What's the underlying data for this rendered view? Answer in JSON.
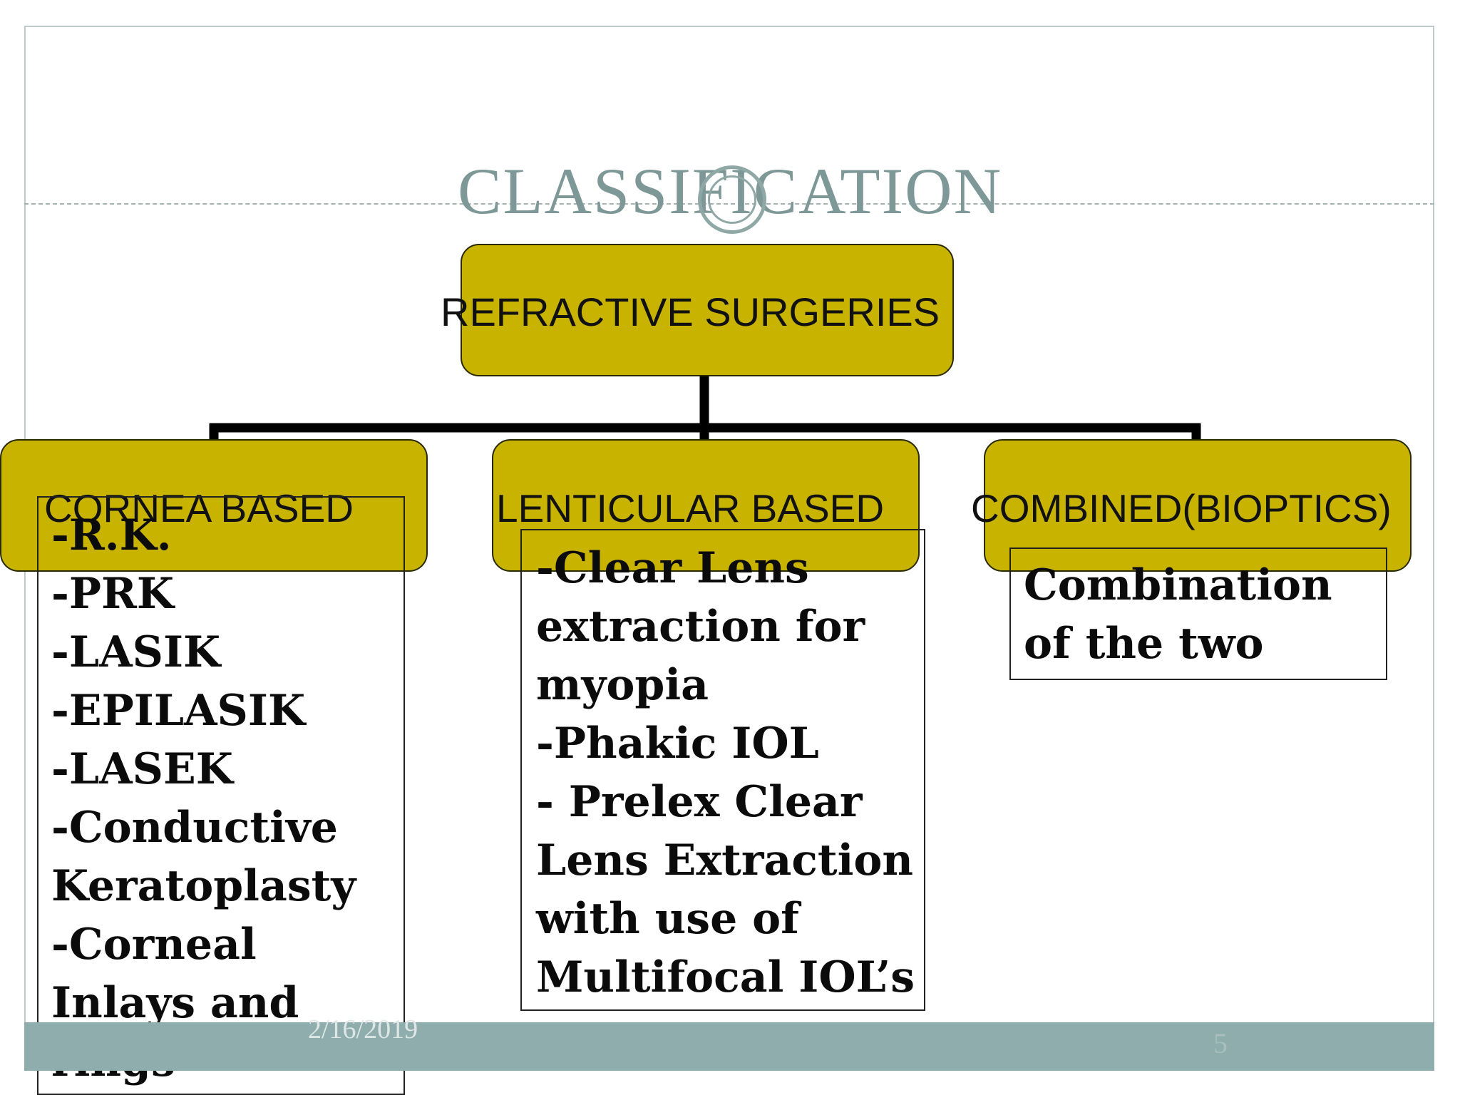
{
  "slide": {
    "title": "CLASSIFICATION",
    "footer_date": "2/16/2019",
    "page_number": "5"
  },
  "colors": {
    "node_fill": "#c8b400",
    "title_color": "#7d9896",
    "footer_bar": "#8fadac"
  },
  "diagram": {
    "root": {
      "label": "REFRACTIVE SURGERIES"
    },
    "children": [
      {
        "label": "CORNEA BASED",
        "items": "-R.K.\n-PRK\n-LASIK\n-EPILASIK\n-LASEK\n-Conductive Keratoplasty\n-Corneal Inlays and rings"
      },
      {
        "label": "LENTICULAR BASED",
        "items": "-Clear Lens extraction for myopia\n-Phakic IOL\n-  Prelex Clear Lens Extraction with use of Multifocal IOL’s"
      },
      {
        "label": "COMBINED(BIOPTICS)",
        "items": "Combination of  the two"
      }
    ]
  }
}
